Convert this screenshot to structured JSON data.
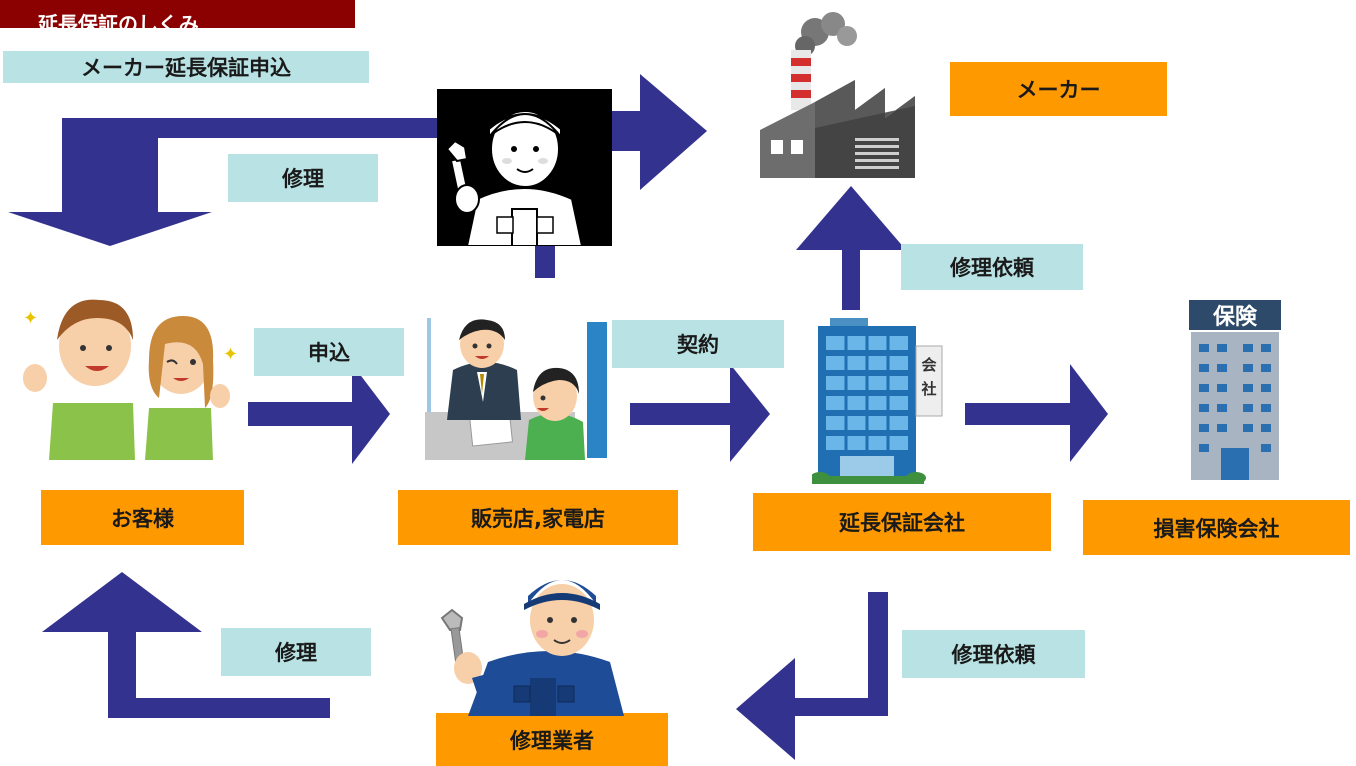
{
  "title": "延長保証のしくみ",
  "maker_warranty_label": "メーカー延長保証申込",
  "nodes": {
    "maker": "メーカー",
    "customer": "お客様",
    "retailer": "販売店,家電店",
    "warranty_company": "延長保証会社",
    "insurance_company": "損害保険会社",
    "repair_vendor": "修理業者"
  },
  "edges": {
    "repair_top": "修理",
    "apply": "申込",
    "contract": "契約",
    "repair_request_top": "修理依頼",
    "repair_request_bottom": "修理依頼",
    "repair_bottom": "修理"
  },
  "building_sign": "会社",
  "insurance_sign": "保険",
  "colors": {
    "arrow": "#33338f",
    "label_bg": "#b8e2e4",
    "node_bg": "#ff9900",
    "title_bg": "#8b0000"
  }
}
